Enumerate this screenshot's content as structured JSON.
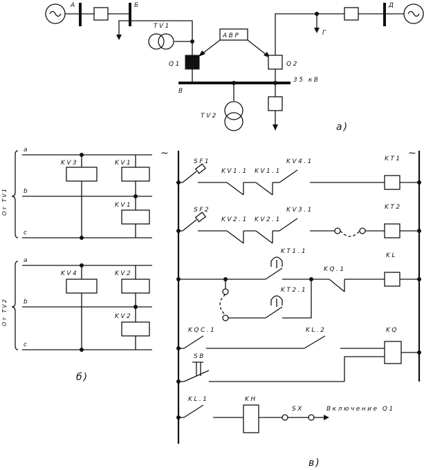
{
  "part_a": {
    "bus_A": "А",
    "bus_B": "Б",
    "bus_G": "Г",
    "bus_D": "Д",
    "bus_V": "В",
    "tv1": "TV1",
    "tv2": "TV2",
    "avr": "АВР",
    "q1": "Q1",
    "q2": "Q2",
    "voltage": "35 кВ",
    "caption": "а)"
  },
  "part_b": {
    "phase_a": "a",
    "phase_b": "b",
    "phase_c": "c",
    "from_tv1": "От TV1",
    "from_tv2": "От TV2",
    "kv3": "KV3",
    "kv1_upper": "KV1",
    "kv1_lower": "KV1",
    "kv4": "KV4",
    "kv2_upper": "KV2",
    "kv2_lower": "KV2",
    "caption": "б)"
  },
  "part_v": {
    "ac_left": "~",
    "ac_right": "~",
    "sf1": "SF1",
    "sf2": "SF2",
    "kv1_1a": "KV1.1",
    "kv1_1b": "KV1.1",
    "kv4_1": "KV4.1",
    "kv2_1a": "KV2.1",
    "kv2_1b": "KV2.1",
    "kv3_1": "KV3.1",
    "kt1": "KT1",
    "kt2": "KT2",
    "kt1_1": "KT1.1",
    "kt2_1": "KT2.1",
    "kq_1": "KQ.1",
    "kl": "KL",
    "kqc_1": "KQC.1",
    "kl_2": "KL.2",
    "kq": "KQ",
    "sb": "SB",
    "kl_1": "KL.1",
    "kh": "KH",
    "sx": "SX",
    "switch_on_q1": "Включение Q1",
    "caption": "в)"
  }
}
